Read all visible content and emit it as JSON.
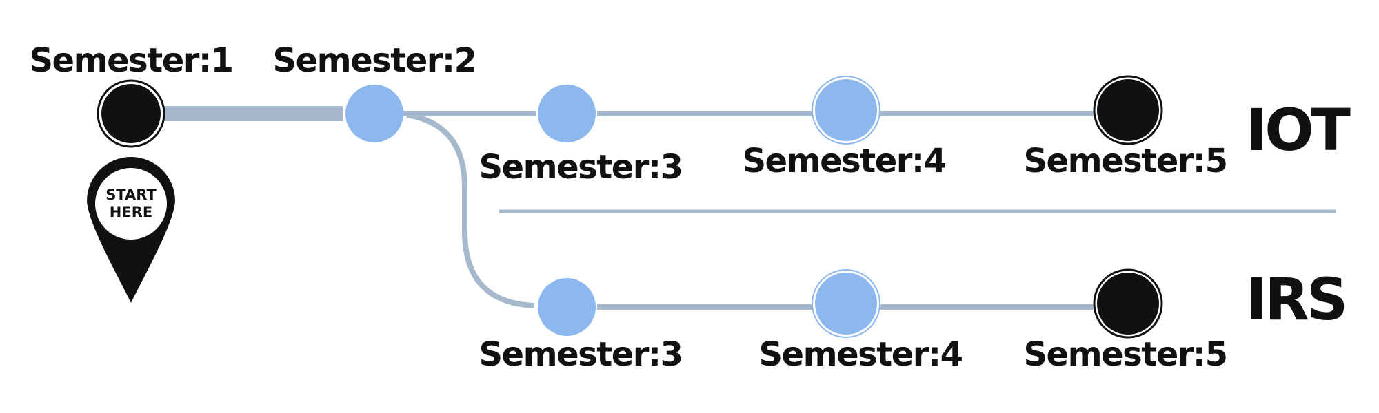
{
  "colors": {
    "rail": "#a6b9cc",
    "node_blue": "#8db8ee",
    "node_black": "#111111",
    "text": "#111111"
  },
  "start_pin": {
    "icon": "map-pin-icon",
    "line1": "START",
    "line2": "HERE"
  },
  "stations": {
    "sem1": "Semester:1",
    "sem2": "Semester:2"
  },
  "tracks": [
    {
      "name": "IOT",
      "stations": [
        "Semester:3",
        "Semester:4",
        "Semester:5"
      ]
    },
    {
      "name": "IRS",
      "stations": [
        "Semester:3",
        "Semester:4",
        "Semester:5"
      ]
    }
  ]
}
